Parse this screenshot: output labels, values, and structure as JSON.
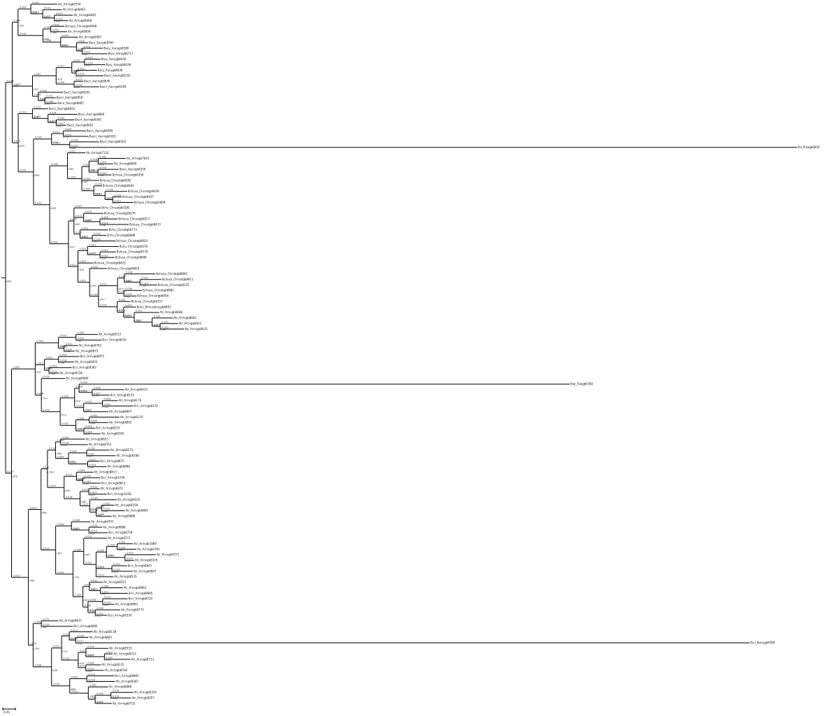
{
  "figure": {
    "type": "phylogenetic-tree",
    "style": "rectangular cladogram with branch lengths",
    "scale_bar_label": "0.05",
    "line_color": "#000000",
    "background": "#ffffff"
  },
  "chart_data": {
    "type": "tree",
    "legend": "none",
    "grid": false,
    "tips": [
      "Atr_Arrivgb8754",
      "Atr_Arrivgb8463",
      "Atr_Arrivgb8465",
      "Atr_Arrivgb8468",
      "Bchusa_Chrsatgb0698",
      "Atr_Arrivgb8898",
      "Atr_Arrivgb8487",
      "Bary_Aarygb8365",
      "Bary_Aarygb8386",
      "Bary_Aarygb8717",
      "Bary_Aarygb8456",
      "Bary_Aarygb8438",
      "Bary_Aarygb8638",
      "Bacri_Aacrigb8155",
      "Bacri_Aacrigb8846",
      "Bacri_Aacrigb8184",
      "Bacri_Aacrigb8265",
      "Bacri_Aacrigb8858",
      "Bacri_Aacrigb8885",
      "Bacri_Aacrigb8835",
      "Bacri_Aacrigb8868",
      "Bacri_Aacrigb8560",
      "Bacri_Aacrigb8581",
      "Bacri_Aacrigb8589",
      "Bacri_Aacrigb8183",
      "Bacri_Aacrigb8302",
      "Pol_Pdiagb0850",
      "Atr_Arrivgb7132",
      "Atr_Arrivgb7816",
      "Atr_Arrivgb8849",
      "Bacri_Aacrigb8356",
      "Bchusa_Chrsatgb8356",
      "Bchusa_Chrsatgb8385",
      "Bchusa_Chrsatgb8483",
      "Bchusa_Chrsatgb8336",
      "Bchusa_Chrsatgb8307",
      "Bchusa_Chrsatgb0808",
      "Bchu_Chrsatgb0285",
      "Bchusa_Chrsatgb8376",
      "Bchusa_Chrsatgb8257",
      "Bchusa_Chrsatgb8433",
      "Bchu_Chrsatgb8773",
      "Bchu_Chrsatgb8688",
      "Bchusa_Chrsatgb8820",
      "Bchu_Chrsatgb8376",
      "Bchusa_Chrsatgb8778",
      "Bchusa_Chrsatgb8688",
      "Bchusa_Chrsatgb8425",
      "Bchusa_Chrsatgb8826",
      "Bchusa_Chrsatgb8882",
      "Bchusa_Chrsatgb8811",
      "Bchusa_Chrsatgb8235",
      "Bchusa_Chrsatgb8881",
      "Bchusa_Chrsatgb8858",
      "Bchusa_Chrsatgb8357",
      "Bchu_Bchusahusgb8881",
      "Atr_Arrivgb8488",
      "Atr_Arrivgb8682",
      "Atr_Arrivgb8423",
      "Atr_Arrivgb8433",
      "Atr_Arrivgb8112",
      "Bcri_Arrivgb8435",
      "Atr_Arrivgb8763",
      "Atr_Arrivgb8873",
      "Bcri_Arrivgb8875",
      "Atr_Arrivgb8403",
      "Bcri_Arrivgb8387",
      "Atr_Arrivgb8738",
      "Atr_Arrivgb8880",
      "Bial_Talegb0382",
      "Atr_Arrivgb8433",
      "Bcri_Arrivgb8155",
      "Atr_Arrivgb8176",
      "Bcri_Arrivgb8176",
      "Atr_Arrivgb8867",
      "Atr_Arrivgb8135",
      "Atr_Arrivgb8805",
      "Bcri_Arrivgb8255",
      "Atr_Arrivgb8165",
      "Atr_Arrivgb8833",
      "Atr_Arrivgb8352",
      "Atr_Arrivgb8173",
      "Atr_Arrivgb8188",
      "Bcri_Arrivgb8875",
      "Atr_Arrivgb8888",
      "Atr_Arrivgb8813",
      "Bcri_Arrivgb1038",
      "Bcri_Arrivgb8813",
      "Atr_Arrivgb8872",
      "Bcri_Arrivgb1058",
      "Atr_Arrivgb8332",
      "Atr_Arrivgb8358",
      "Atr_Arrivgb8805",
      "Atr_Arrivgb8888",
      "Atr_Arrivgb8703",
      "Atr_Arrivgb8886",
      "Bcri_Arrivgb8758",
      "Atr_Arrivgb8737",
      "Atr_Arrivgb1889",
      "Atr_Arrivgb8783",
      "Atr_Arrivgb8371",
      "Atr_Arrivgb8326",
      "Bcri_Arrivgb8825",
      "Atr_Arrivgb8867",
      "Atr_Arrivgb8535",
      "Atr_Arrivgb8515",
      "Atr_Arrivgb8883",
      "Bcri_Arrivgb8885",
      "Bcri_Arrivgb8310",
      "Atr_Arrivgb8883",
      "Atr_Arrivgb8773",
      "Bcri_Arrivgb8330",
      "Atr_Arrivgb8837",
      "Bcri_Arrivgb8885",
      "Atr_Arrivgb8138",
      "Atr_Arrivgb8883",
      "Bcri_Bariagb8389",
      "Atr_Arrivgb8553",
      "Atr_Arrivgb8313",
      "Atr_Arrivgb8713",
      "Atr_Arrivgb8135",
      "Atr_Arrivgb8538",
      "Bcri_Arrivgb8881",
      "Atr_Arrivgb8387",
      "Atr_Arrivgb8888",
      "Atr_Arrivgb8354",
      "Atr_Arrivgb8207",
      "Atr_Arrivgb8725"
    ],
    "long_branch_tips": [
      "Pol_Pdiagb0850",
      "Bial_Talegb0382",
      "Bcri_Bariagb8389"
    ]
  }
}
